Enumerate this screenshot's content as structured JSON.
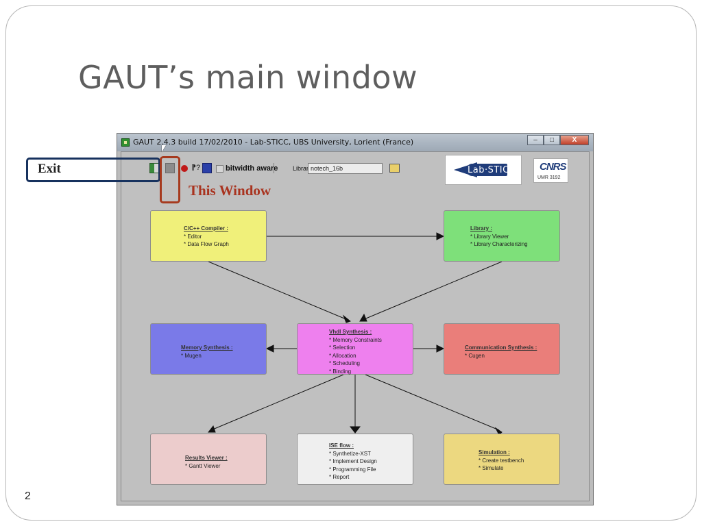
{
  "slide": {
    "title": "GAUT’s main window",
    "page_number": "2"
  },
  "window": {
    "title": "GAUT 2.4.3 build 17/02/2010 - Lab-STICC, UBS University, Lorient (France)",
    "controls": {
      "minimize": "–",
      "maximize": "□",
      "close": "X"
    }
  },
  "toolbar": {
    "icons": [
      "exit-icon",
      "window-icon",
      "stop-icon",
      "help-icon",
      "book-icon",
      "folder-icon"
    ],
    "help_glyph": "⁋?",
    "bitwidth_label": "bitwidth aware",
    "library_label": "Library:",
    "library_value": "notech_16b"
  },
  "logos": {
    "lab_sticc": "STICC",
    "lab_prefix": "Lab",
    "cnrs": "CNRS",
    "cnrs_sub": "UMR 3192"
  },
  "flow": {
    "compiler": {
      "title": "C/C++ Compiler :",
      "items": [
        "* Editor",
        "* Data Flow Graph"
      ]
    },
    "library": {
      "title": "Library :",
      "items": [
        "* Library Viewer",
        "* Library Characterizing"
      ]
    },
    "memory": {
      "title": "Memory Synthesis :",
      "items": [
        "* Mugen"
      ]
    },
    "vhdl": {
      "title": "Vhdl Synthesis :",
      "items": [
        "* Memory Constraints",
        "* Selection",
        "* Allocation",
        "* Scheduling",
        "* Binding"
      ]
    },
    "comm": {
      "title": "Communication Synthesis :",
      "items": [
        "* Cugen"
      ]
    },
    "results": {
      "title": "Results Viewer :",
      "items": [
        "* Gantt Viewer"
      ]
    },
    "ise": {
      "title": "ISE flow :",
      "items": [
        "* Synthetize-XST",
        "* Implement Design",
        "* Programming File",
        "* Report"
      ]
    },
    "simulation": {
      "title": "Simulation :",
      "items": [
        "* Create testbench",
        "* Simulate"
      ]
    }
  },
  "annotations": {
    "exit": "Exit",
    "this_window": "This Window"
  },
  "colors": {
    "title_text": "#5e5e5e",
    "exit_callout": "#17325e",
    "window_callout": "#a63a1e",
    "window_label": "#a93420"
  }
}
